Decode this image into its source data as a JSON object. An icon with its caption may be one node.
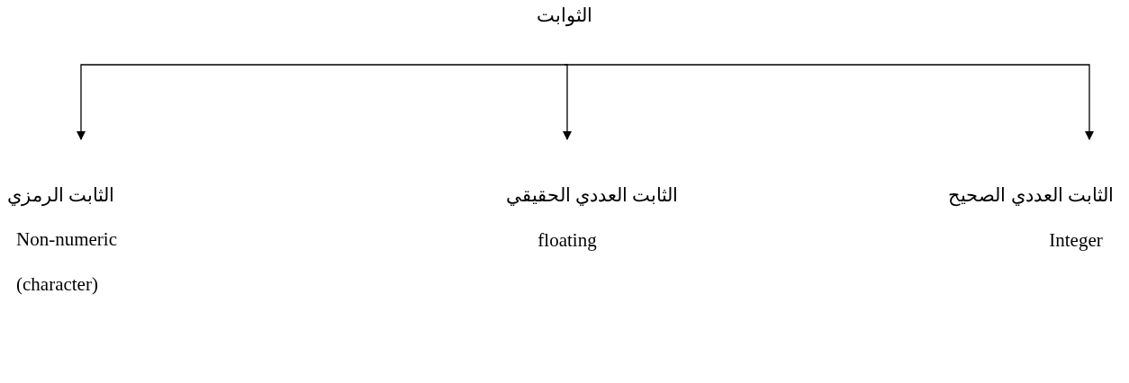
{
  "diagram": {
    "nodes": [
      {
        "text": [
          "الثوابت"
        ]
      },
      {
        "text": [
          "الثابت العددي الصحيح",
          "Integer"
        ]
      },
      {
        "text": [
          "الثابت العددي الحقيقي",
          "floating"
        ]
      },
      {
        "text": [
          "الثابت الرمزي",
          "Non-numeric (character)"
        ]
      }
    ],
    "edges": [
      {
        "from": 0,
        "to": 1,
        "arrow": "to"
      },
      {
        "from": 0,
        "to": 2,
        "arrow": "to"
      },
      {
        "from": 0,
        "to": 3,
        "arrow": "to"
      }
    ]
  }
}
